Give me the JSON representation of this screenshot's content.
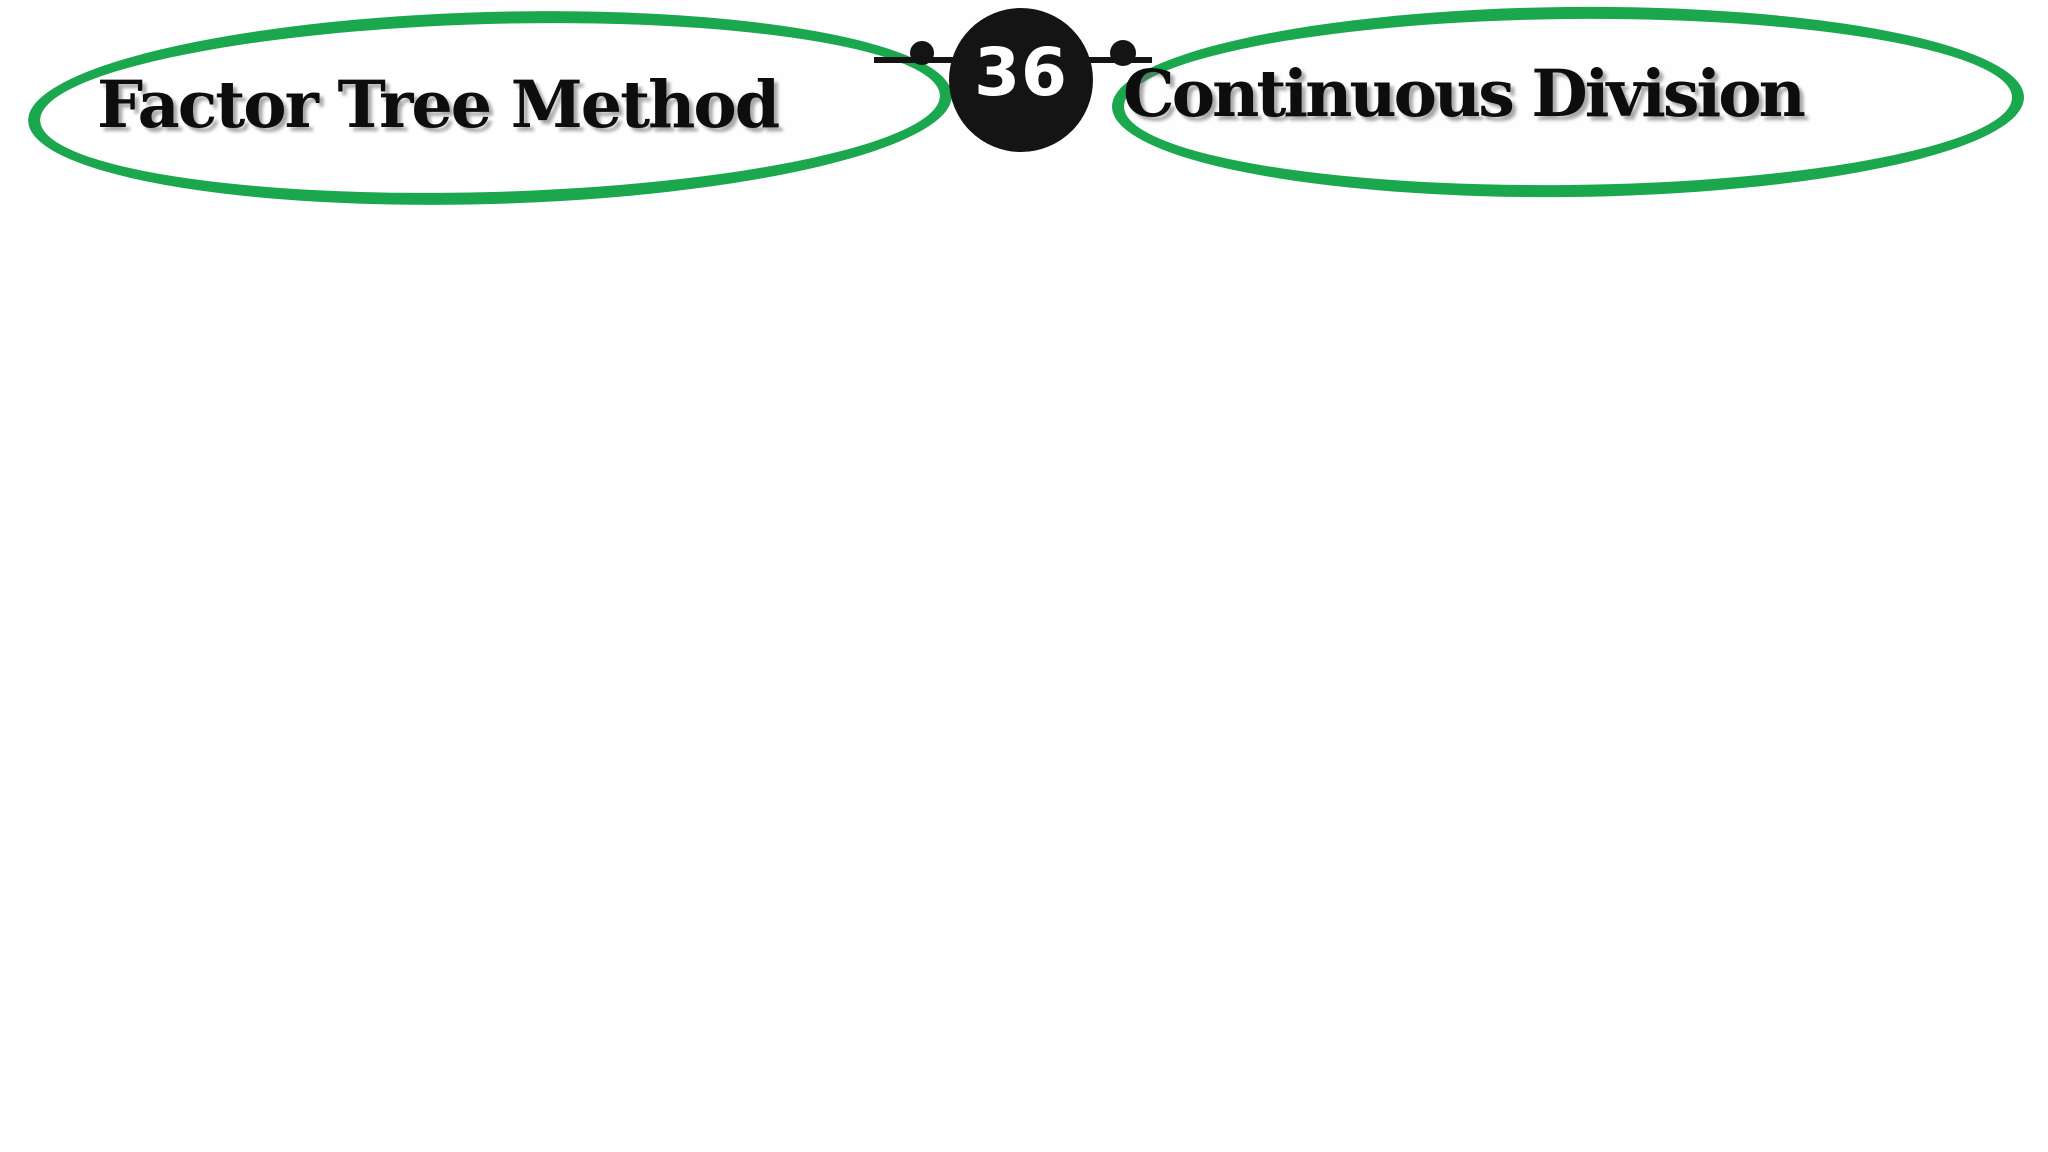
{
  "slide": {
    "badge_number": "36",
    "left_method": "Factor Tree Method",
    "right_method": "Continuous Division"
  },
  "colors": {
    "green": "#1aa74e",
    "black": "#141414",
    "text": "#0d0d0d",
    "number": "#ffffff",
    "background": "#ffffff"
  }
}
